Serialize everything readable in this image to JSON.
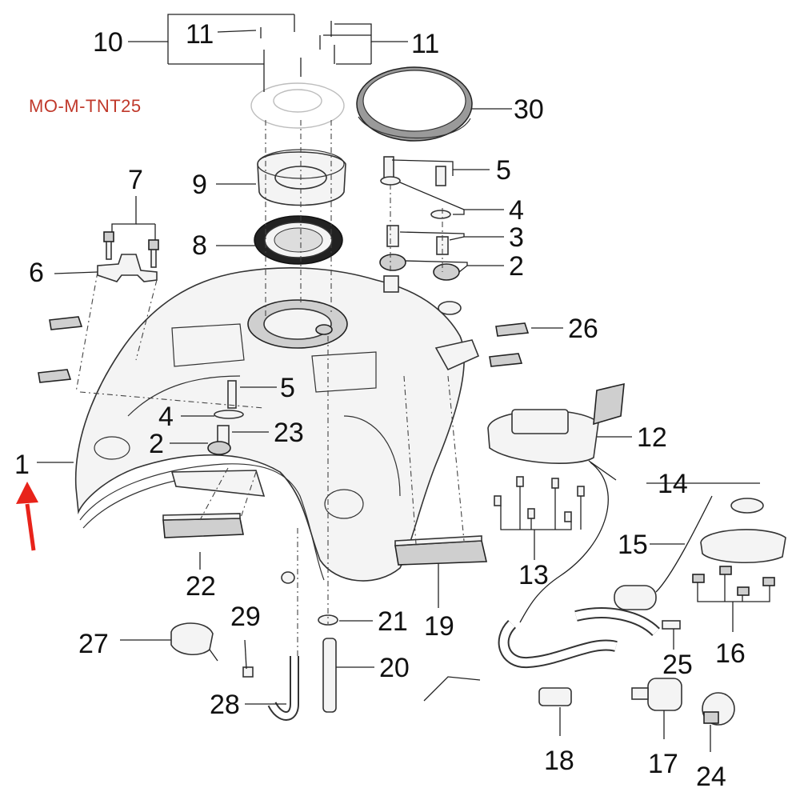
{
  "diagram": {
    "reference_code": "MO-M-TNT25",
    "callouts": {
      "c1": "1",
      "c2a": "2",
      "c2b": "2",
      "c3": "3",
      "c4a": "4",
      "c4b": "4",
      "c5a": "5",
      "c5b": "5",
      "c6": "6",
      "c7": "7",
      "c8": "8",
      "c9": "9",
      "c10": "10",
      "c11a": "11",
      "c11b": "11",
      "c12": "12",
      "c13": "13",
      "c14": "14",
      "c15": "15",
      "c16": "16",
      "c17": "17",
      "c18": "18",
      "c19": "19",
      "c20": "20",
      "c21": "21",
      "c22": "22",
      "c23": "23",
      "c24": "24",
      "c25": "25",
      "c26": "26",
      "c27": "27",
      "c28": "28",
      "c29": "29",
      "c30": "30"
    },
    "arrow_color": "#e8231a",
    "ref_color": "#c0392b"
  }
}
